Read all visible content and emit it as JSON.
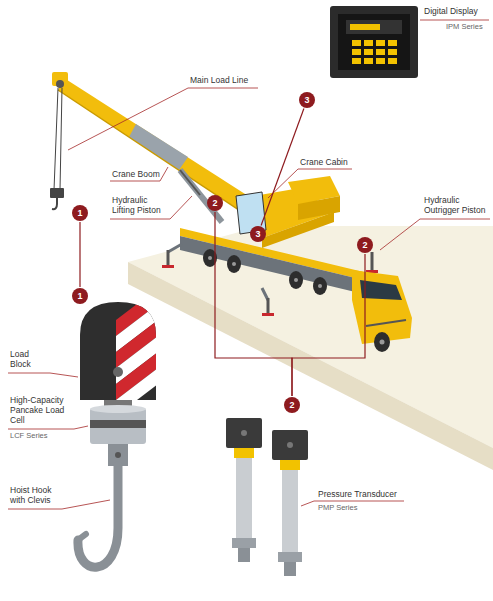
{
  "diagram": {
    "nodes": [
      {
        "text": [
          "3"
        ]
      },
      {
        "text": [
          "2"
        ]
      },
      {
        "text": [
          "1"
        ]
      },
      {
        "text": [
          "3"
        ]
      },
      {
        "text": [
          "2"
        ]
      },
      {
        "text": [
          "1"
        ]
      },
      {
        "text": [
          "2"
        ]
      }
    ],
    "edges": [
      {
        "from": 2,
        "to": 5,
        "arrow": "none"
      },
      {
        "from": 3,
        "to": 0,
        "arrow": "none"
      },
      {
        "from": 1,
        "to": 6,
        "arrow": "none"
      },
      {
        "from": 4,
        "to": 6,
        "arrow": "none"
      }
    ],
    "labels": [
      "Digital Display",
      "IPM Series",
      "Main Load Line",
      "Crane Boom",
      "Hydraulic Lifting Piston",
      "Crane Cabin",
      "Hydraulic Outrigger Piston",
      "Load Block",
      "High-Capacity Pancake Load Cell",
      "LCF Series",
      "Hoist Hook with Clevis",
      "Pressure Transducer",
      "PMP Series"
    ]
  }
}
